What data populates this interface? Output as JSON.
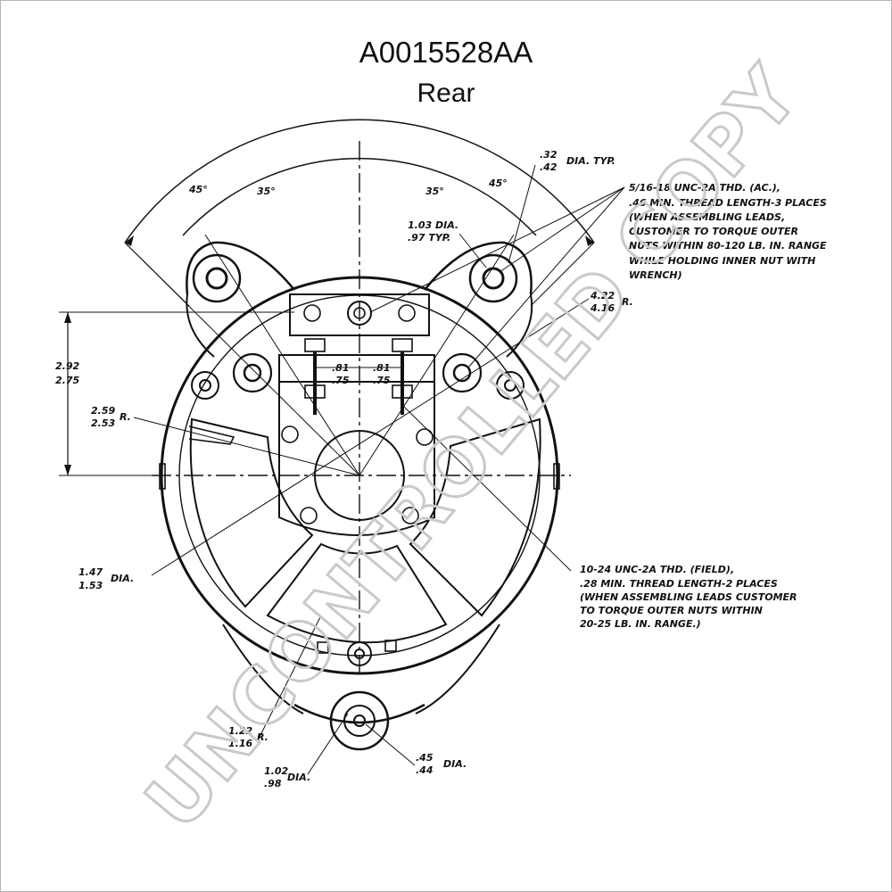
{
  "title": "A0015528AA",
  "subtitle": "Rear",
  "watermark": "UNCONTROLLED COPY",
  "dimensions": {
    "angle_left_outer": "45°",
    "angle_left_inner": "35°",
    "angle_right_inner": "35°",
    "angle_right_outer": "45°",
    "hole_dia_top": ".32",
    "hole_dia_bottom": ".42",
    "hole_dia_suffix": "DIA. TYP.",
    "boss_dia_top": "1.03 DIA.",
    "boss_dia_bottom": ".97 TYP.",
    "radius_top": "4.22",
    "radius_bottom": "4.16",
    "radius_suffix": "R.",
    "height_top": "2.92",
    "height_bottom": "2.75",
    "r259_top": "2.59",
    "r259_bottom": "2.53",
    "r259_suffix": "R.",
    "spacing_left_top": ".81",
    "spacing_left_bottom": ".75",
    "spacing_right_top": ".81",
    "spacing_right_bottom": ".75",
    "dia147_top": "1.47",
    "dia147_bottom": "1.53",
    "dia147_suffix": "DIA.",
    "r_bottom_top": "1.22",
    "r_bottom_bottom": "1.16",
    "r_bottom_suffix": "R.",
    "dia102_top": "1.02",
    "dia102_bottom": ".98",
    "dia102_suffix": "DIA.",
    "dia45_top": ".45",
    "dia45_bottom": ".44",
    "dia45_suffix": "DIA."
  },
  "notes": {
    "ac_terminal": [
      "5/16-18 UNC-2A THD. (AC.),",
      ".46 MIN. THREAD LENGTH-3 PLACES",
      "(WHEN ASSEMBLING LEADS,",
      "CUSTOMER TO TORQUE OUTER",
      "NUTS WITHIN 80-120 LB. IN. RANGE",
      "WHILE HOLDING INNER NUT WITH",
      "WRENCH)"
    ],
    "field_terminal": [
      "10-24 UNC-2A THD. (FIELD),",
      ".28 MIN. THREAD LENGTH-2 PLACES",
      "(WHEN ASSEMBLING LEADS CUSTOMER",
      "TO TORQUE OUTER NUTS WITHIN",
      "20-25 LB. IN. RANGE.)"
    ]
  }
}
